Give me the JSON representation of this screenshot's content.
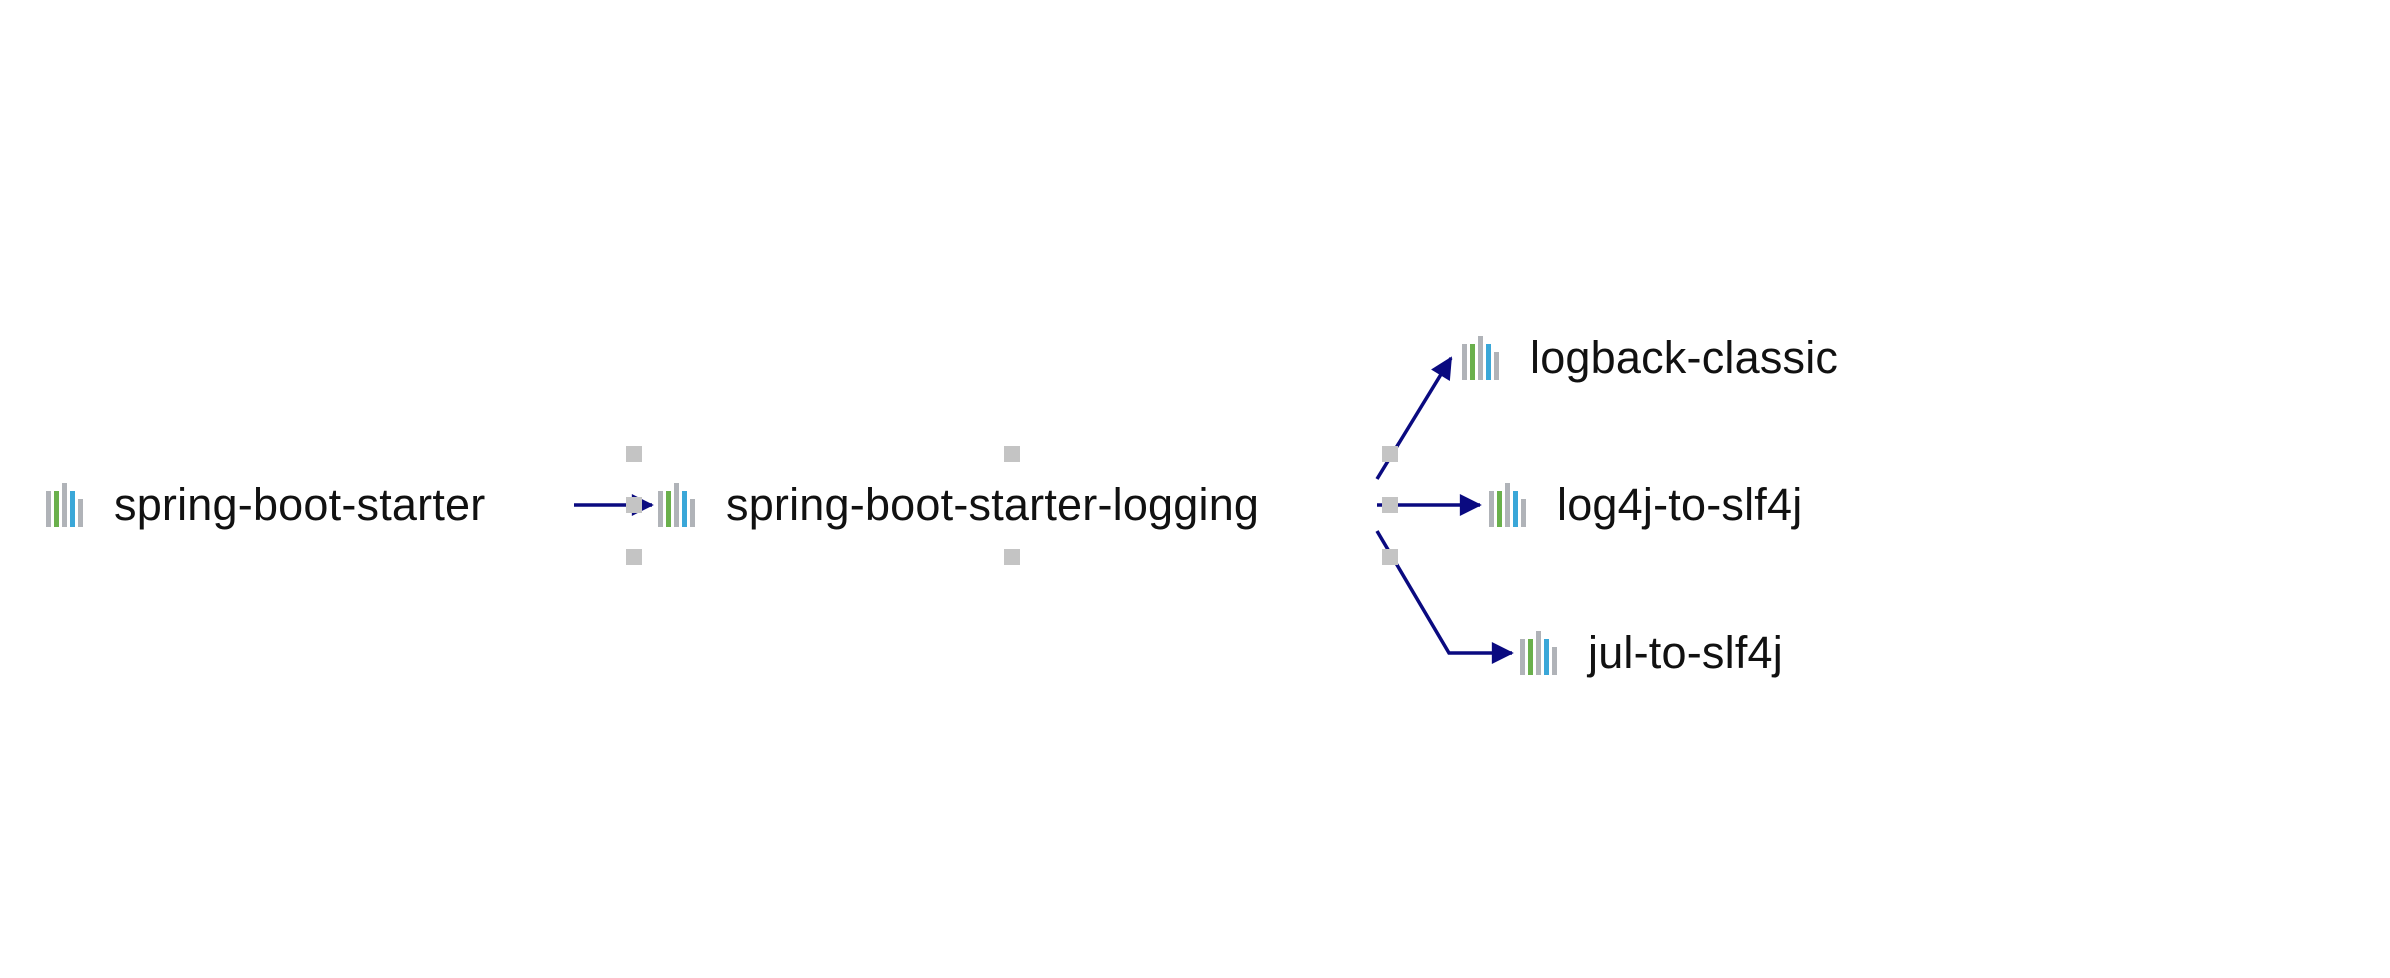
{
  "diagram": {
    "nodes": [
      {
        "id": "spring-boot-starter",
        "label": "spring-boot-starter"
      },
      {
        "id": "spring-boot-starter-logging",
        "label": "spring-boot-starter-logging"
      },
      {
        "id": "logback-classic",
        "label": "logback-classic"
      },
      {
        "id": "log4j-to-slf4j",
        "label": "log4j-to-slf4j"
      },
      {
        "id": "jul-to-slf4j",
        "label": "jul-to-slf4j"
      }
    ],
    "edges": [
      {
        "from": "spring-boot-starter",
        "to": "spring-boot-starter-logging"
      },
      {
        "from": "spring-boot-starter-logging",
        "to": "logback-classic"
      },
      {
        "from": "spring-boot-starter-logging",
        "to": "log4j-to-slf4j"
      },
      {
        "from": "spring-boot-starter-logging",
        "to": "jul-to-slf4j"
      }
    ],
    "selected_node": "spring-boot-starter-logging",
    "icon": "library-bars-icon",
    "colors": {
      "edge": "#0a0a80",
      "text": "#111111",
      "handle": "#c4c4c4",
      "icon_gray": "#b0b3b8",
      "icon_green": "#6ab04c",
      "icon_blue": "#3aa7d8"
    }
  }
}
